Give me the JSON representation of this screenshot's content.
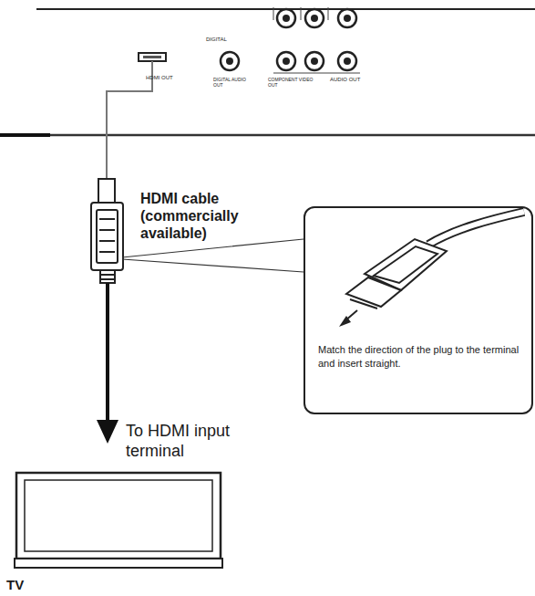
{
  "diagram": {
    "nodes": [
      {
        "text": [
          "Match the direction of the plug to the terminal and insert straight."
        ]
      },
      {
        "text": [
          "TV"
        ]
      }
    ],
    "labels": [
      "HDMI OUT",
      "DIGITAL",
      "DIGITAL AUDIO OUT",
      "COMPONENT VIDEO OUT",
      "AUDIO OUT",
      "HDMI cable (commercially available)",
      "To HDMI input terminal"
    ]
  }
}
